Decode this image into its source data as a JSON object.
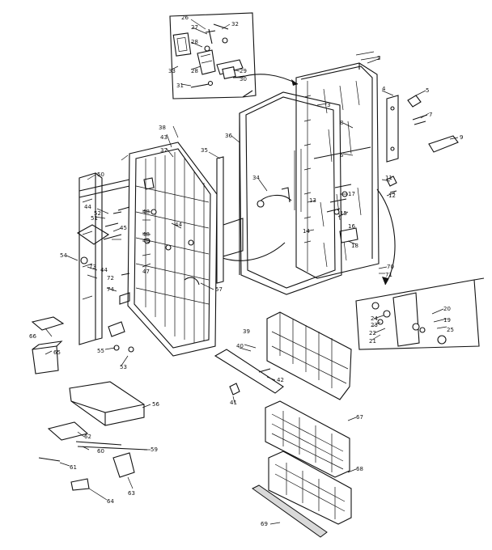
{
  "labels": {
    "l2": "2",
    "l3": "3",
    "l4": "4",
    "l5": "5",
    "l6": "6",
    "l7": "7",
    "l8": "8",
    "l9": "9",
    "l11": "11",
    "l12": "12",
    "l13": "13",
    "l14": "14",
    "l15": "15",
    "l16": "16",
    "l17": "17",
    "l18": "18",
    "l19": "19",
    "l20": "20",
    "l21": "21",
    "l22": "22",
    "l23": "23",
    "l24": "24",
    "l25": "25",
    "l26": "26",
    "l27": "27",
    "l28a": "28",
    "l28b": "28",
    "l29": "29",
    "l30": "30",
    "l31": "31",
    "l32": "32",
    "l33": "33",
    "l34": "34",
    "l35": "35",
    "l36": "36",
    "l37": "37",
    "l38": "38",
    "l39": "39",
    "l40": "40",
    "l41": "41",
    "l42": "42",
    "l43": "43",
    "l44a": "44",
    "l44b": "44",
    "l44c": "44",
    "l45": "45",
    "l46": "46",
    "l47": "47",
    "l48a": "48",
    "l48b": "48",
    "l50": "50",
    "l51": "51",
    "l52": "52",
    "l53": "53",
    "l54": "54",
    "l55": "55",
    "l56": "56",
    "l57": "57",
    "l58": "58",
    "l59": "59",
    "l60": "60",
    "l61": "61",
    "l62": "62",
    "l63": "63",
    "l64": "64",
    "l65": "65",
    "l66": "66",
    "l67": "67",
    "l68": "68",
    "l69": "69",
    "l70": "70",
    "l71": "71",
    "l72": "72",
    "l73": "73",
    "l74": "74"
  }
}
